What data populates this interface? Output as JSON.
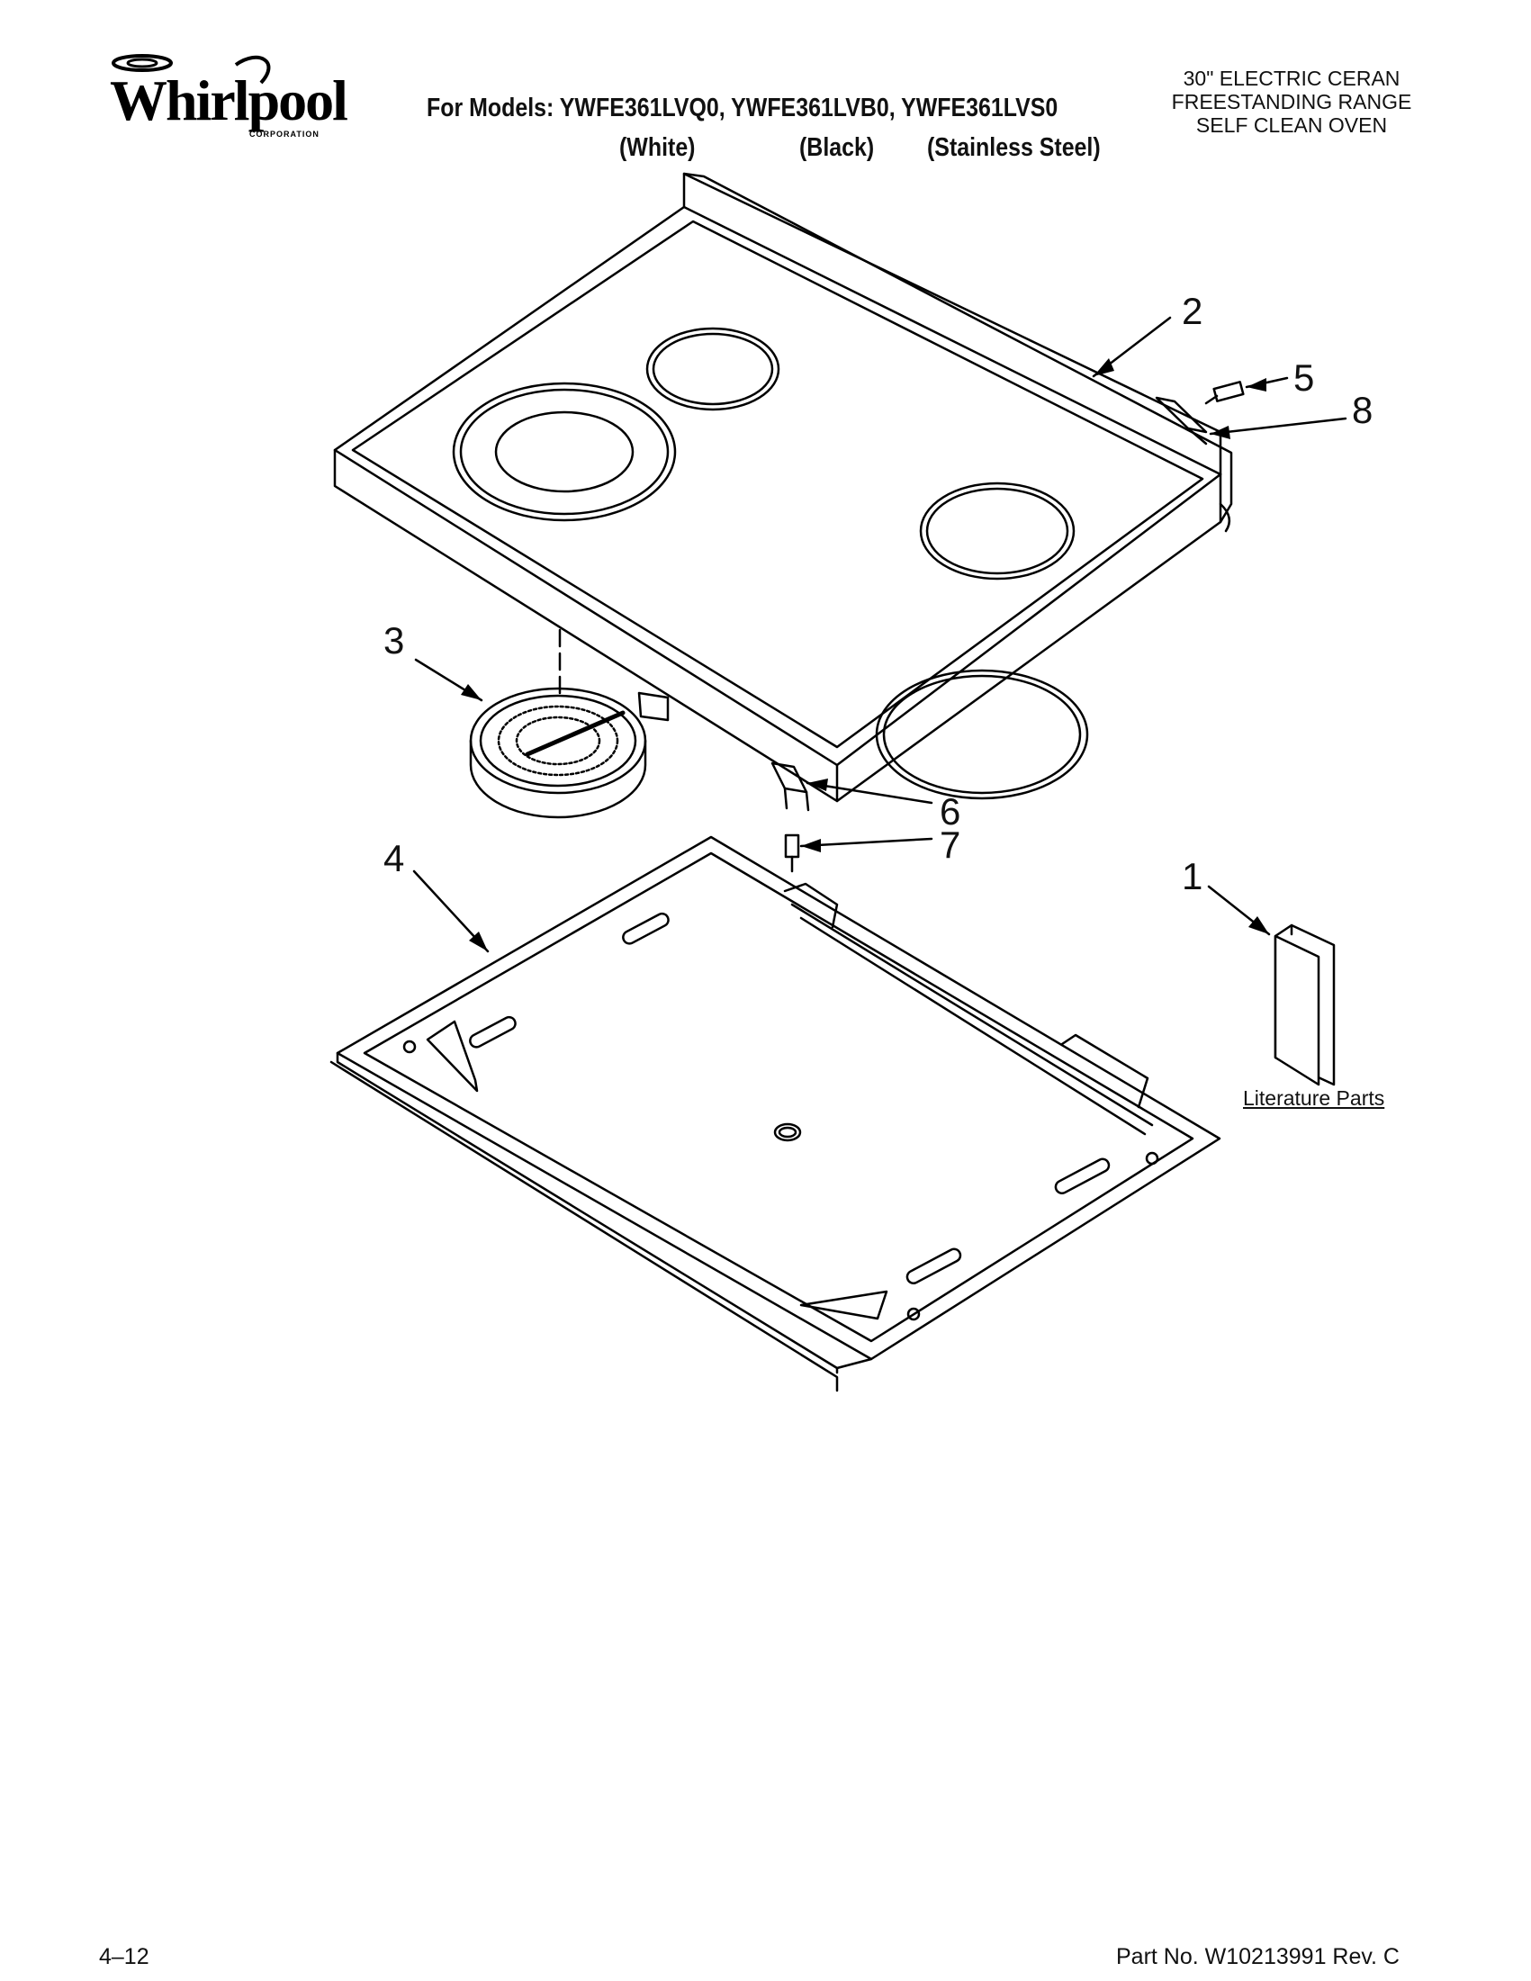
{
  "header": {
    "logo_text": "Whirlpool",
    "logo_corporation": "CORPORATION",
    "models_line": "For Models: YWFE361LVQ0, YWFE361LVB0, YWFE361LVS0",
    "variants": [
      "(White)",
      "(Black)",
      "(Stainless Steel)"
    ],
    "description": [
      "30\" ELECTRIC CERAN",
      "FREESTANDING RANGE",
      "SELF CLEAN OVEN"
    ]
  },
  "callouts": [
    "2",
    "5",
    "8",
    "3",
    "6",
    "7",
    "4",
    "1"
  ],
  "literature_label": "Literature Parts",
  "footer": {
    "page": "4–12",
    "part_number": "Part No. W10213991 Rev. C"
  }
}
